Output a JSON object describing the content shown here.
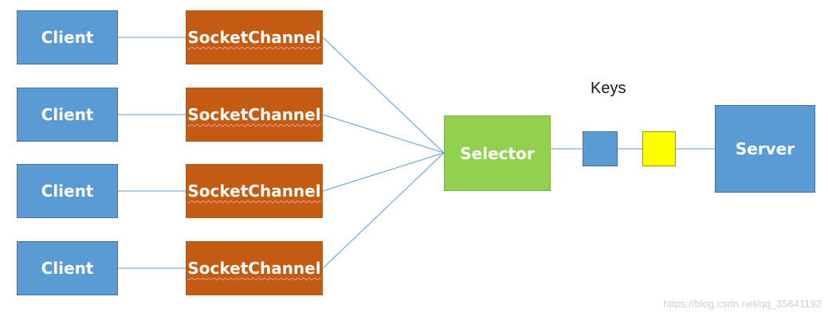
{
  "diagram": {
    "clients": [
      "Client",
      "Client",
      "Client",
      "Client"
    ],
    "channels": [
      "SocketChannel",
      "SocketChannel",
      "SocketChannel",
      "SocketChannel"
    ],
    "selector_label": "Selector",
    "keys_label": "Keys",
    "server_label": "Server",
    "watermark": "https://blog.csdn.net/qq_35641192"
  },
  "colors": {
    "client": "#5b9bd5",
    "channel": "#c55a11",
    "selector": "#92d050",
    "server": "#5b9bd5",
    "key_blue": "#5b9bd5",
    "key_yellow": "#ffff00",
    "connector": "#5b9bd5"
  }
}
